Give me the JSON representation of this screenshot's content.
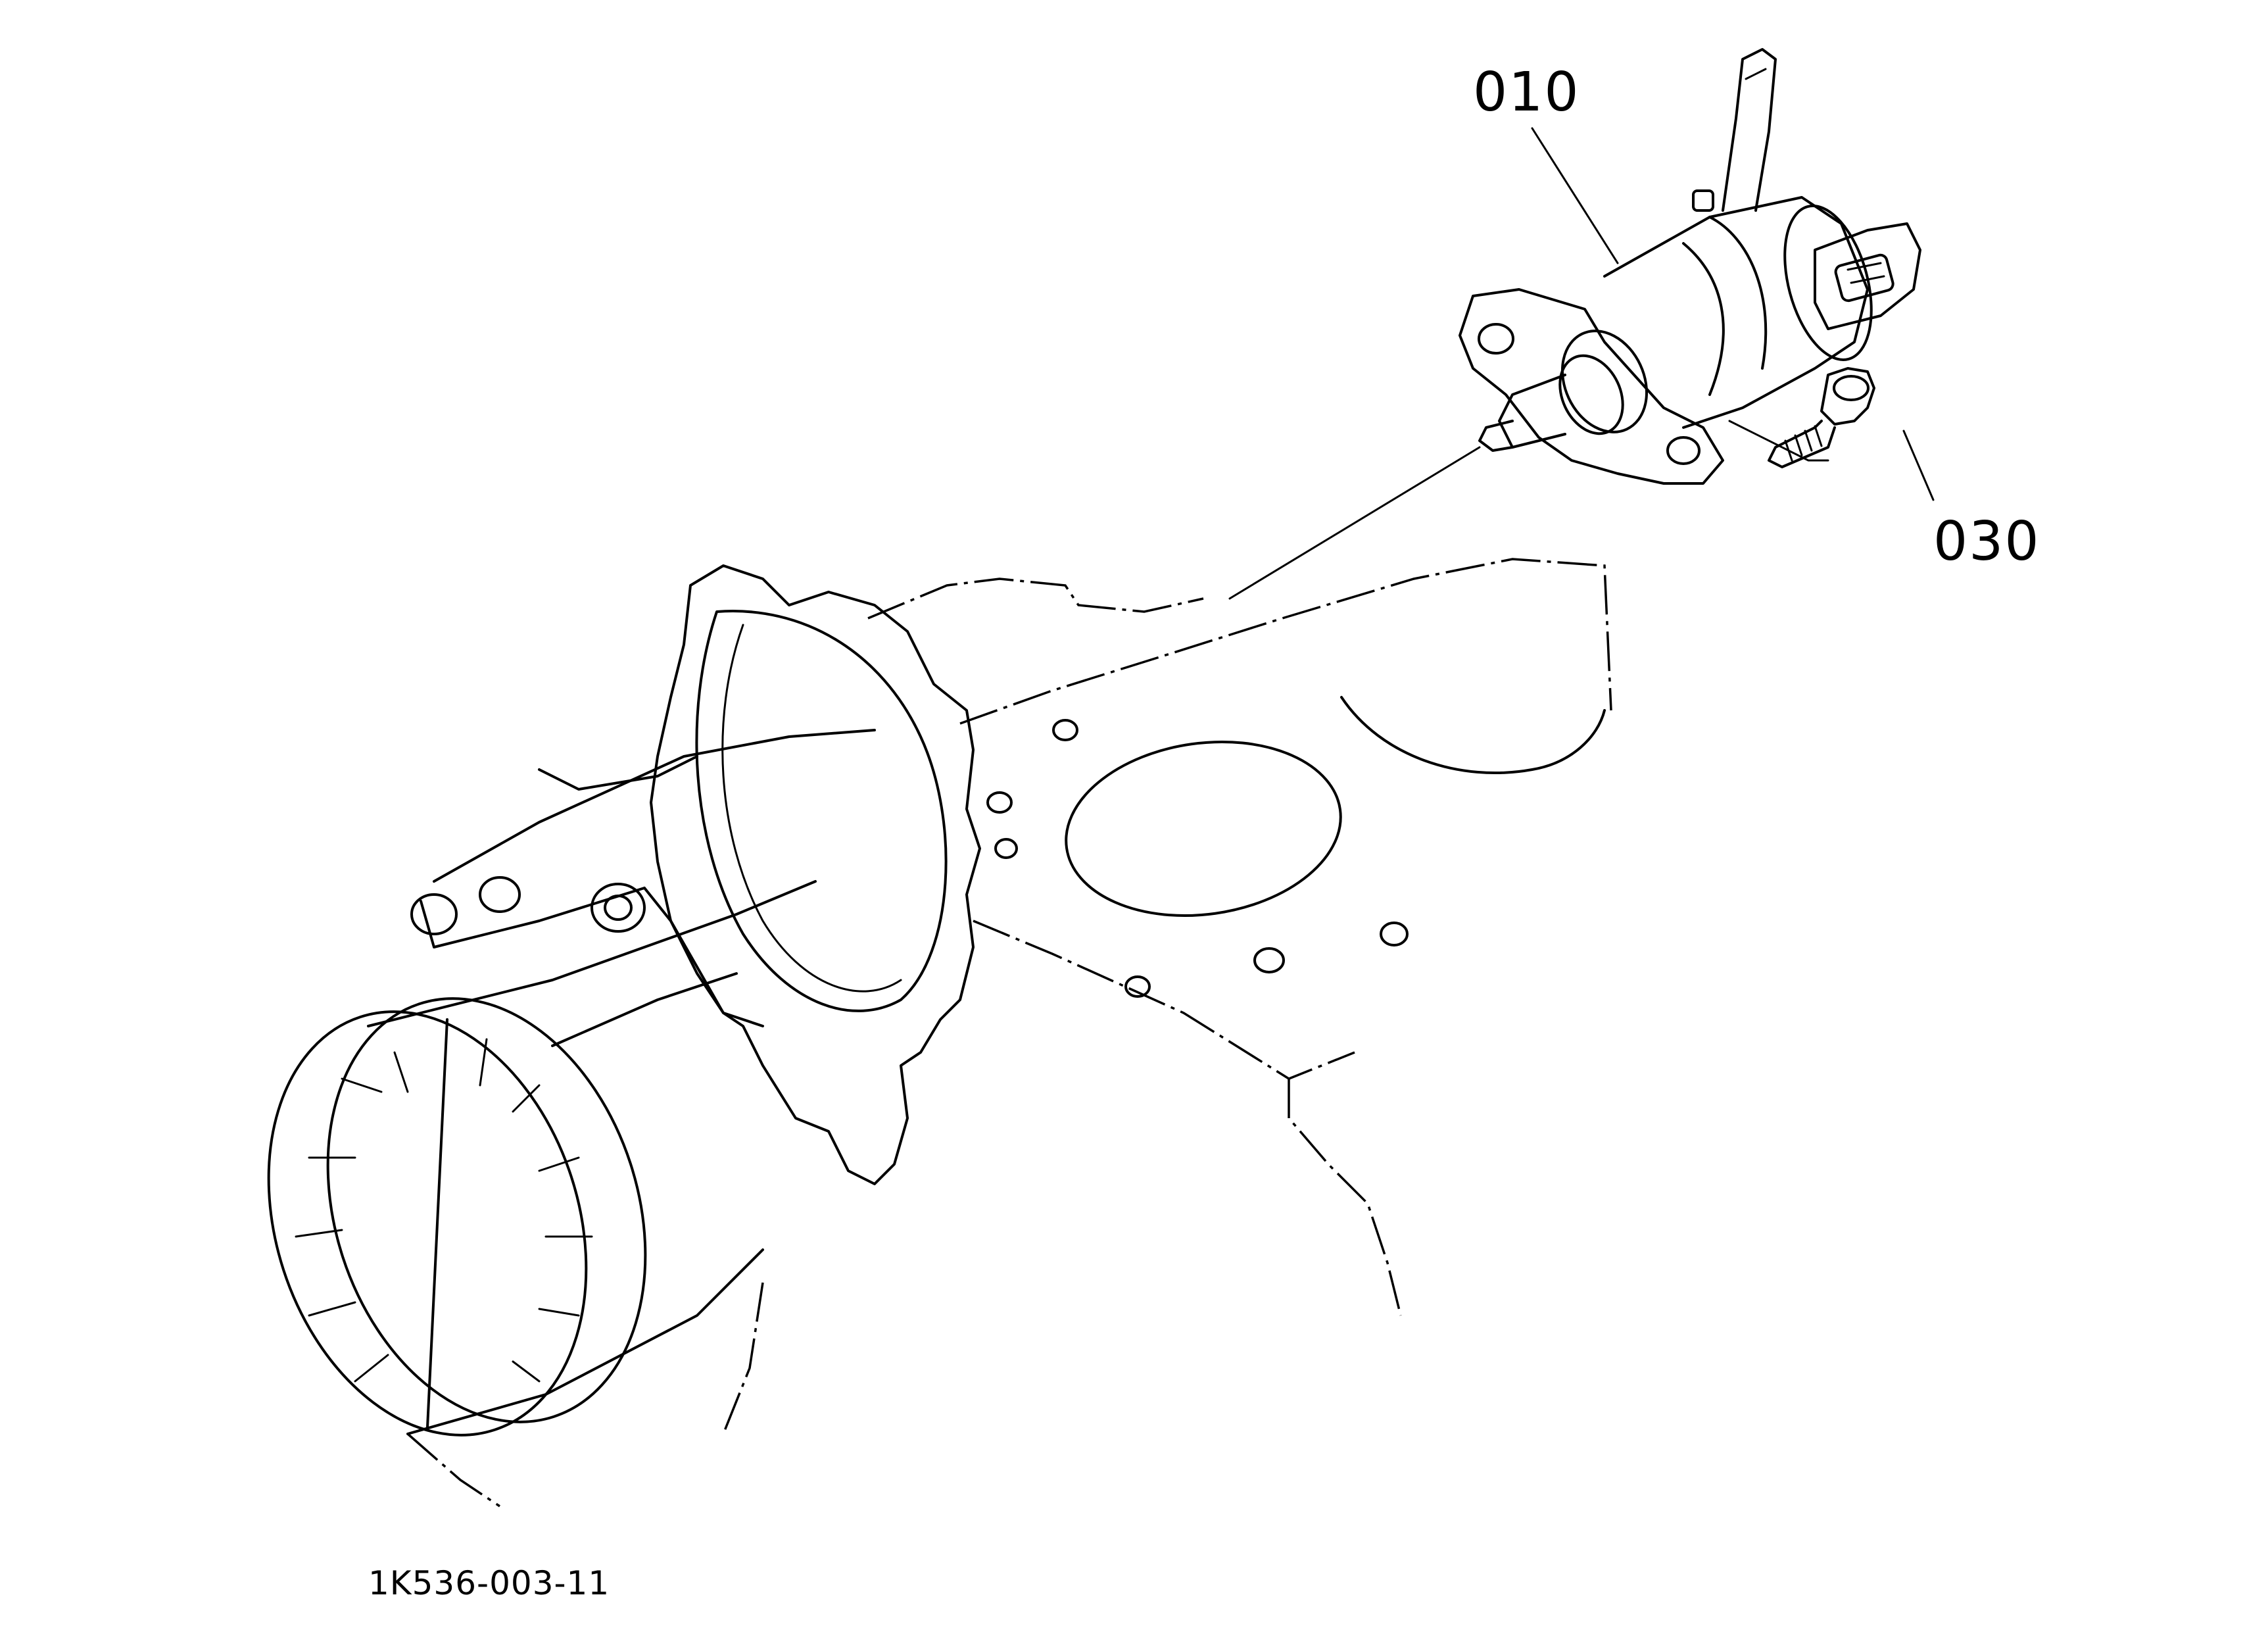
{
  "diagram": {
    "callouts": [
      {
        "id": "010",
        "label": "010"
      },
      {
        "id": "030",
        "label": "030"
      }
    ],
    "figure_code": "1K536-003-11",
    "colors": {
      "line": "#000000",
      "background": "#ffffff"
    }
  }
}
